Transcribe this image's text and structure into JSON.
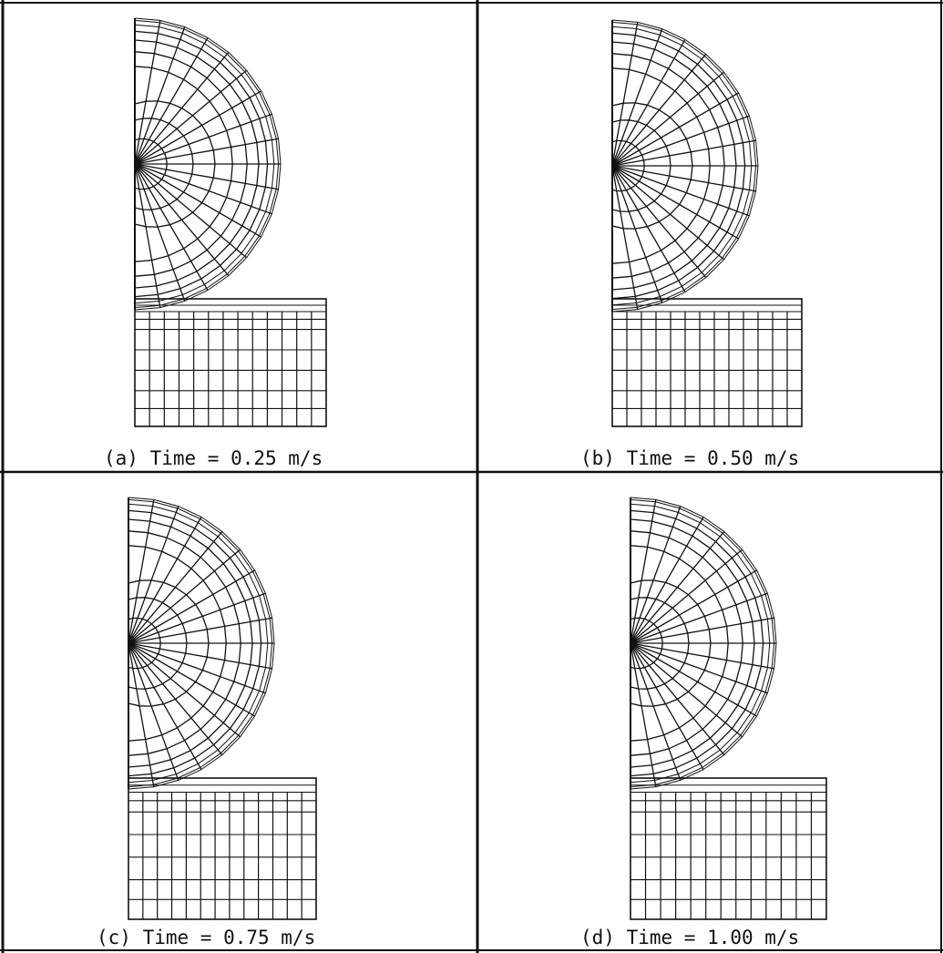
{
  "figure": {
    "panels": [
      {
        "id": "a",
        "caption": "(a) Time = 0.25 m/s"
      },
      {
        "id": "b",
        "caption": "(b) Time = 0.50 m/s"
      },
      {
        "id": "c",
        "caption": "(c) Time = 0.75 m/s"
      },
      {
        "id": "d",
        "caption": "(d) Time = 1.00 m/s"
      }
    ]
  }
}
